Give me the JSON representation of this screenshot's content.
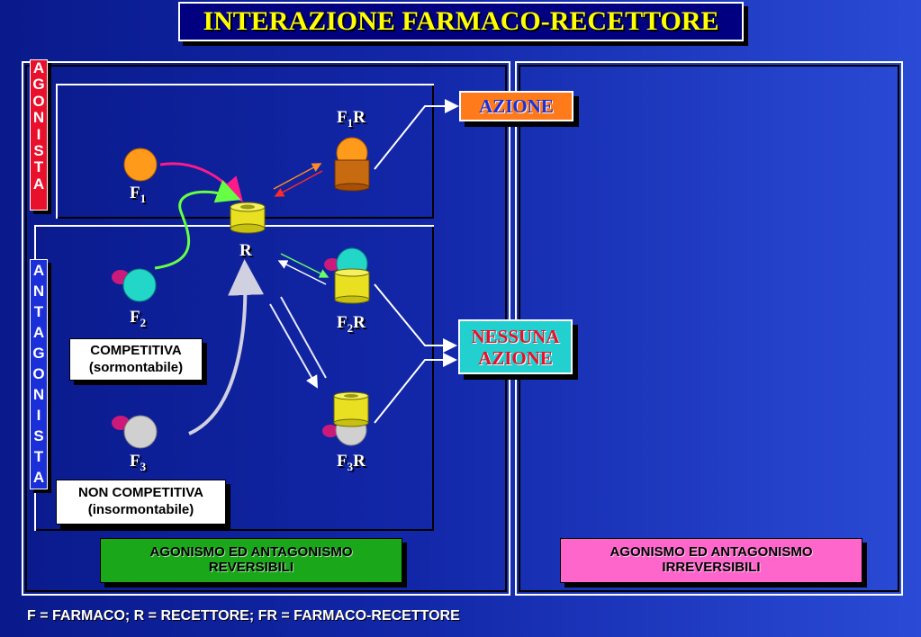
{
  "title": "INTERAZIONE FARMACO-RECETTORE",
  "side_labels": {
    "agonista": [
      "A",
      "G",
      "O",
      "N",
      "I",
      "S",
      "T",
      "A"
    ],
    "antagonista": [
      "A",
      "N",
      "T",
      "A",
      "G",
      "O",
      "N",
      "I",
      "S",
      "T",
      "A"
    ]
  },
  "drugs": {
    "f1": {
      "letter": "F",
      "sub": "1"
    },
    "f2": {
      "letter": "F",
      "sub": "2"
    },
    "f3": {
      "letter": "F",
      "sub": "3"
    },
    "r": "R",
    "f1r": {
      "letter": "F",
      "sub": "1",
      "suffix": "R"
    },
    "f2r": {
      "letter": "F",
      "sub": "2",
      "suffix": "R"
    },
    "f3r": {
      "letter": "F",
      "sub": "3",
      "suffix": "R"
    }
  },
  "outcomes": {
    "azione": "AZIONE",
    "nessuna_line1": "NESSUNA",
    "nessuna_line2": "AZIONE"
  },
  "notes": {
    "competitiva_line1": "COMPETITIVA",
    "competitiva_line2": "(sormontabile)",
    "non_competitiva_line1": "NON COMPETITIVA",
    "non_competitiva_line2": "(insormontabile)"
  },
  "footers": {
    "reversibili_line1": "AGONISMO ED ANTAGONISMO",
    "reversibili_line2": "REVERSIBILI",
    "irreversibili_line1": "AGONISMO ED ANTAGONISMO",
    "irreversibili_line2": "IRREVERSIBILI"
  },
  "legend": "F = FARMACO;  R = RECETTORE;  FR = FARMACO-RECETTORE",
  "colors": {
    "title_text": "#ffff00",
    "agonista_bg": "#e8102a",
    "antagonista_bg": "#1a2fd8",
    "azione_bg": "#ff7a1a",
    "nessuna_bg": "#22d0d0",
    "nessuna_text": "#e8102a",
    "reversibili_bg": "#1aa81a",
    "irreversibili_bg": "#ff66cc",
    "f1": "#ff9a1a",
    "f2": "#22d6c8",
    "f3": "#cfcfcf",
    "receptor": "#e8e020",
    "magenta_dot": "#cc1a7a"
  }
}
